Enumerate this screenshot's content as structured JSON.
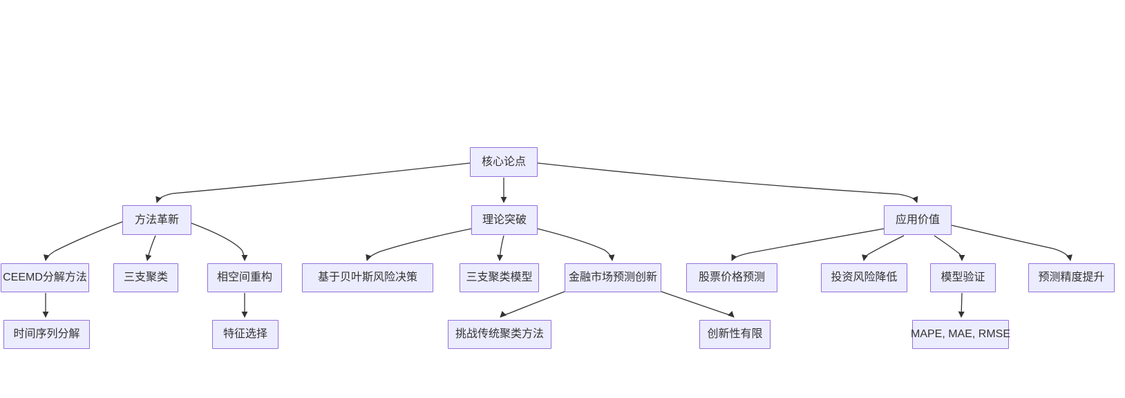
{
  "diagram": {
    "type": "flowchart",
    "direction": "top-down",
    "colors": {
      "node_fill": "#ECECFF",
      "node_border": "#9370DB",
      "node_text": "#333333",
      "edge_line": "#333333",
      "background": "#ffffff"
    },
    "nodes": {
      "core": {
        "label": "核心论点"
      },
      "method": {
        "label": "方法革新"
      },
      "theory": {
        "label": "理论突破"
      },
      "application": {
        "label": "应用价值"
      },
      "ceemd": {
        "label": "CEEMD分解方法"
      },
      "threeway": {
        "label": "三支聚类"
      },
      "phasespace": {
        "label": "相空间重构"
      },
      "bayes": {
        "label": "基于贝叶斯风险决策"
      },
      "twc_model": {
        "label": "三支聚类模型"
      },
      "fin_market": {
        "label": "金融市场预测创新"
      },
      "stock": {
        "label": "股票价格预测"
      },
      "risk": {
        "label": "投资风险降低"
      },
      "validation": {
        "label": "模型验证"
      },
      "accuracy": {
        "label": "预测精度提升"
      },
      "timeseries": {
        "label": "时间序列分解"
      },
      "feature": {
        "label": "特征选择"
      },
      "challenge": {
        "label": "挑战传统聚类方法"
      },
      "limited": {
        "label": "创新性有限"
      },
      "metrics": {
        "label": "MAPE, MAE, RMSE"
      }
    },
    "edges": [
      {
        "from": "core",
        "to": "method"
      },
      {
        "from": "core",
        "to": "theory"
      },
      {
        "from": "core",
        "to": "application"
      },
      {
        "from": "method",
        "to": "ceemd"
      },
      {
        "from": "method",
        "to": "threeway"
      },
      {
        "from": "method",
        "to": "phasespace"
      },
      {
        "from": "theory",
        "to": "bayes"
      },
      {
        "from": "theory",
        "to": "twc_model"
      },
      {
        "from": "theory",
        "to": "fin_market"
      },
      {
        "from": "application",
        "to": "stock"
      },
      {
        "from": "application",
        "to": "risk"
      },
      {
        "from": "application",
        "to": "validation"
      },
      {
        "from": "application",
        "to": "accuracy"
      },
      {
        "from": "ceemd",
        "to": "timeseries"
      },
      {
        "from": "phasespace",
        "to": "feature"
      },
      {
        "from": "fin_market",
        "to": "challenge"
      },
      {
        "from": "fin_market",
        "to": "limited"
      },
      {
        "from": "validation",
        "to": "metrics"
      }
    ]
  }
}
